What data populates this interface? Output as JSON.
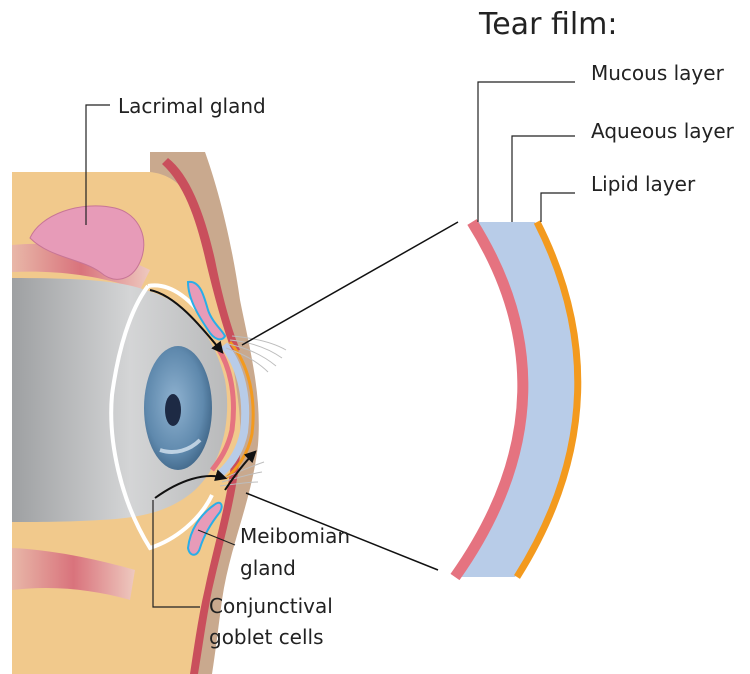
{
  "title": "Tear film:",
  "labels": {
    "mucous": "Mucous layer",
    "aqueous": "Aqueous layer",
    "lipid": "Lipid layer",
    "lacrimal": "Lacrimal gland",
    "meibomian_line1": "Meibomian",
    "meibomian_line2": "gland",
    "goblet_line1": "Conjunctival",
    "goblet_line2": "goblet cells"
  },
  "colors": {
    "skin": "#f1c98c",
    "lid_outer": "#c9a98e",
    "muscle": "#d25a66",
    "gland_pink": "#e79bb8",
    "globe": "#c6c7c8",
    "iris": "#5f89ad",
    "pupil": "#1d2a44",
    "mucous": "#e57380",
    "aqueous": "#b8cce8",
    "lipid": "#f39a1e",
    "meibomian": "#29aee8"
  }
}
